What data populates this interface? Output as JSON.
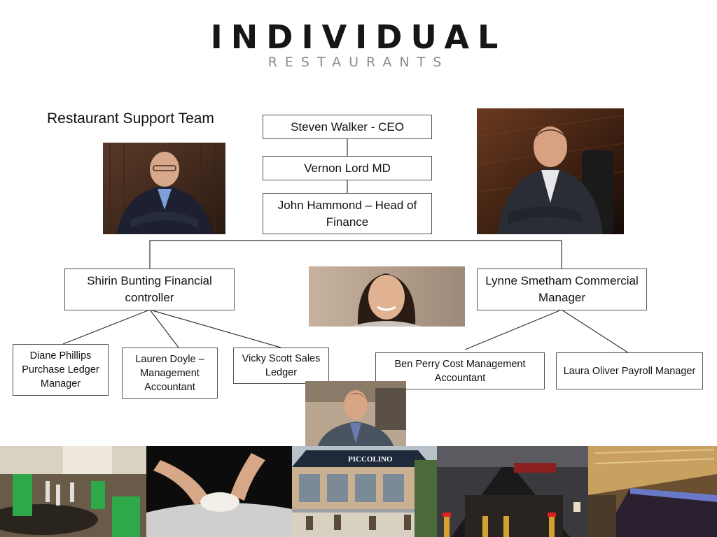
{
  "logo": {
    "main": "INDIVIDUAL",
    "sub": "RESTAURANTS"
  },
  "section_title": "Restaurant Support Team",
  "org": {
    "ceo": "Steven Walker - CEO",
    "md": "Vernon Lord MD",
    "head_finance": "John Hammond – Head of Finance",
    "financial_controller": "Shirin Bunting Financial controller",
    "commercial_manager": "Lynne Smetham Commercial Manager",
    "purchase_ledger": "Diane Phillips Purchase Ledger Manager",
    "management_accountant": "Lauren Doyle – Management Accountant",
    "sales_ledger": "Vicky Scott Sales Ledger",
    "cost_management": "Ben Perry Cost Management Accountant",
    "payroll": "Laura Oliver Payroll Manager"
  },
  "strip_signage": "PICCOLINO",
  "colors": {
    "line": "#333333",
    "box_border": "#555555",
    "logo_sub": "#8a8a8a",
    "accent_green": "#2fa84a"
  }
}
